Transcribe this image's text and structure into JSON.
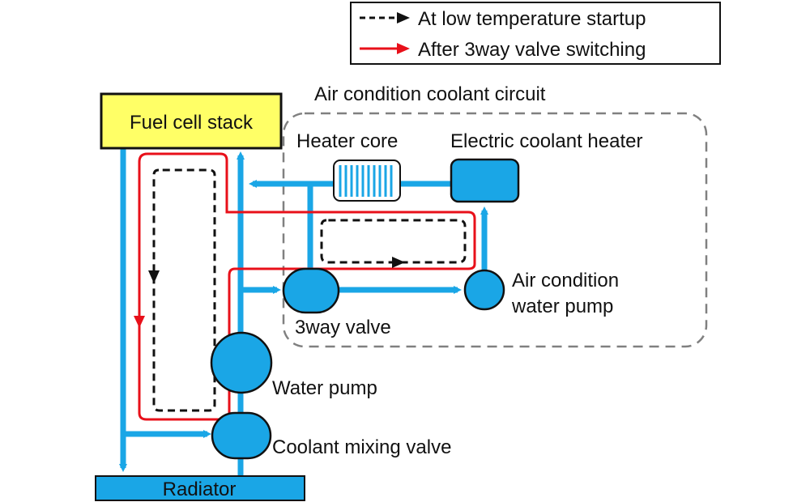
{
  "legend": {
    "startup_label": "At low temperature startup",
    "switching_label": "After 3way valve switching"
  },
  "circuit": {
    "title": "Air condition coolant circuit"
  },
  "components": {
    "fuel_cell_stack": "Fuel cell stack",
    "heater_core": "Heater core",
    "electric_heater": "Electric coolant heater",
    "air_pump_line1": "Air condition",
    "air_pump_line2": "water pump",
    "three_way_valve": "3way valve",
    "water_pump": "Water pump",
    "mixing_valve": "Coolant mixing valve",
    "radiator": "Radiator"
  },
  "colors": {
    "coolant_pipe": "#1aa6e6",
    "component_fill": "#1aa6e6",
    "stack_fill": "#ffff66",
    "startup_flow": "#111111",
    "switching_flow": "#e8101a",
    "circuit_border": "#808080"
  }
}
